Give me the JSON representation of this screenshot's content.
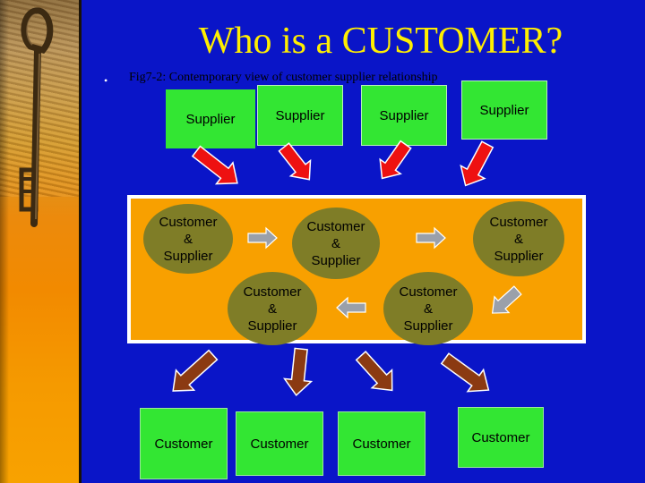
{
  "slide": {
    "title": "Who is a CUSTOMER?",
    "bullet": "•",
    "subtitle": "Fig7-2: Contemporary view of customer supplier relationship"
  },
  "suppliers": [
    {
      "label": "Supplier"
    },
    {
      "label": "Supplier"
    },
    {
      "label": "Supplier"
    },
    {
      "label": "Supplier"
    }
  ],
  "customer_suppliers": [
    {
      "line1": "Customer",
      "line2": "&",
      "line3": "Supplier"
    },
    {
      "line1": "Customer",
      "line2": "&",
      "line3": "Supplier"
    },
    {
      "line1": "Customer",
      "line2": "&",
      "line3": "Supplier"
    },
    {
      "line1": "Customer",
      "line2": "&",
      "line3": "Supplier"
    },
    {
      "line1": "Customer",
      "line2": "&",
      "line3": "Supplier"
    }
  ],
  "customers": [
    {
      "label": "Customer"
    },
    {
      "label": "Customer"
    },
    {
      "label": "Customer"
    },
    {
      "label": "Customer"
    }
  ],
  "colors": {
    "background": "#0a15c8",
    "title": "#ffee00",
    "box_green": "#33e633",
    "panel_orange": "#f8a000",
    "oval_olive": "#7f7d27",
    "arrow_red": "#ee1111",
    "arrow_brown": "#8b3a12",
    "arrow_gray": "#9aa0aa"
  }
}
